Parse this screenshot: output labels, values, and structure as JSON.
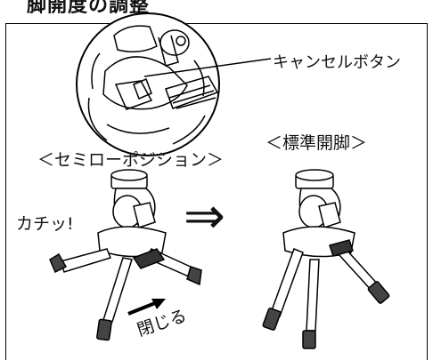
{
  "header": {
    "title": "脚開度の調整"
  },
  "callout": {
    "label": "キャンセルボタン"
  },
  "left": {
    "heading": "＜セミローポジション＞",
    "sound": "カチッ!",
    "action": "閉じる"
  },
  "right": {
    "heading": "＜標準開脚＞"
  },
  "arrow": {
    "glyph": "⇒"
  }
}
